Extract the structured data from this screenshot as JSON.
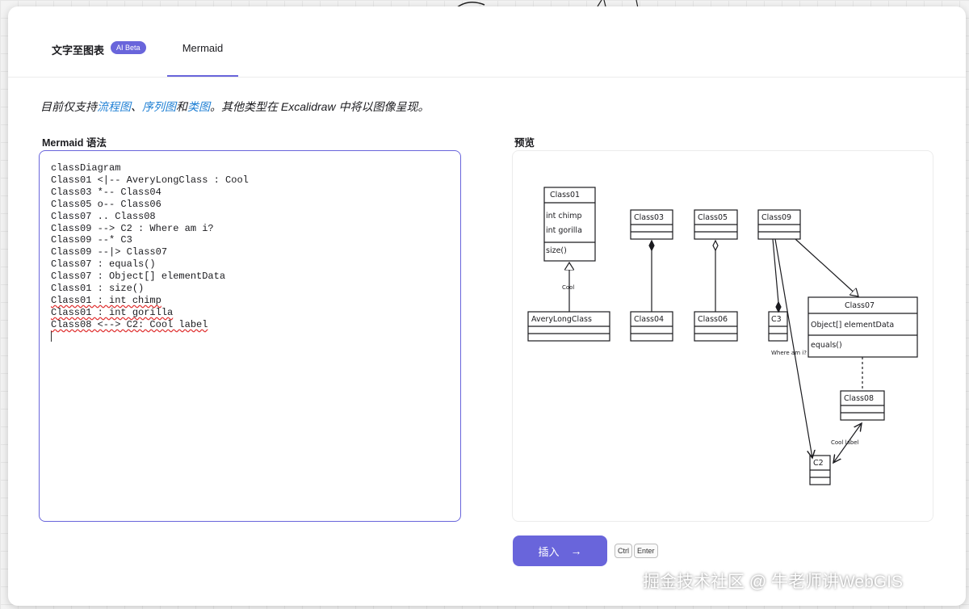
{
  "tabs": [
    {
      "label": "文字至图表",
      "badge": "AI Beta"
    },
    {
      "label": "Mermaid"
    }
  ],
  "notice": {
    "prefix": "目前仅支持",
    "link_flowchart": "流程图",
    "sep1": "、",
    "link_sequence": "序列图",
    "sep2": "和",
    "link_class": "类图",
    "suffix": "。其他类型在 Excalidraw 中将以图像呈现。"
  },
  "editor": {
    "label": "Mermaid 语法",
    "lines": [
      "classDiagram",
      "Class01 <|-- AveryLongClass : Cool",
      "Class03 *-- Class04",
      "Class05 o-- Class06",
      "Class07 .. Class08",
      "Class09 --> C2 : Where am i?",
      "Class09 --* C3",
      "Class09 --|> Class07",
      "Class07 : equals()",
      "Class07 : Object[] elementData",
      "Class01 : size()",
      "Class01 : int chimp",
      "Class01 : int gorilla",
      "Class08 <--> C2: Cool label"
    ]
  },
  "preview": {
    "label": "预览",
    "classes": {
      "class01": "Class01",
      "class01_attr1": "int chimp",
      "class01_attr2": "int gorilla",
      "class01_method": "size()",
      "class03": "Class03",
      "class05": "Class05",
      "class09": "Class09",
      "avery": "AveryLongClass",
      "class04": "Class04",
      "class06": "Class06",
      "c3": "C3",
      "class07": "Class07",
      "class07_attr": "Object[] elementData",
      "class07_method": "equals()",
      "class08": "Class08",
      "c2": "C2"
    },
    "edge_labels": {
      "cool": "Cool",
      "where": "Where am i?",
      "cool_label": "Cool label"
    }
  },
  "actions": {
    "insert_label": "插入",
    "insert_arrow": "→",
    "kbd_ctrl": "Ctrl",
    "kbd_enter": "Enter"
  },
  "watermark": "掘金技术社区 @ 牛老师讲WebGIS",
  "colors": {
    "accent": "#6965db",
    "link": "#1e7fd4"
  }
}
